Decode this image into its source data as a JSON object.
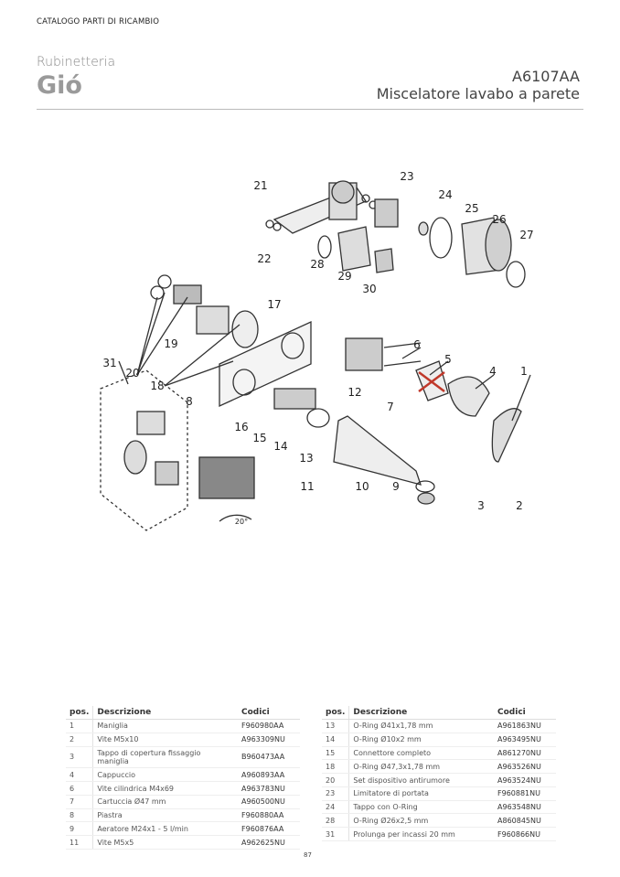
{
  "header": {
    "catalog": "CATALOGO PARTI DI RICAMBIO",
    "brand": "Rubinetteria",
    "model": "Gió",
    "code": "A6107AA",
    "title": "Miscelatore lavabo a parete"
  },
  "diagram": {
    "callouts": [
      "21",
      "23",
      "24",
      "25",
      "26",
      "27",
      "22",
      "28",
      "29",
      "30",
      "17",
      "19",
      "31",
      "20",
      "18",
      "8",
      "6",
      "5",
      "4",
      "1",
      "12",
      "7",
      "16",
      "15",
      "14",
      "13",
      "11",
      "10",
      "9",
      "3",
      "2"
    ],
    "angle": "20°"
  },
  "table_headers": {
    "pos": "pos.",
    "desc": "Descrizione",
    "code": "Codici"
  },
  "table_left": [
    {
      "pos": "1",
      "desc": "Maniglia",
      "code": "F960980AA"
    },
    {
      "pos": "2",
      "desc": "Vite M5x10",
      "code": "A963309NU"
    },
    {
      "pos": "3",
      "desc": "Tappo di copertura fissaggio maniglia",
      "code": "B960473AA"
    },
    {
      "pos": "4",
      "desc": "Cappuccio",
      "code": "A960893AA"
    },
    {
      "pos": "6",
      "desc": "Vite cilindrica M4x69",
      "code": "A963783NU"
    },
    {
      "pos": "7",
      "desc": "Cartuccia Ø47 mm",
      "code": "A960500NU"
    },
    {
      "pos": "8",
      "desc": "Piastra",
      "code": "F960880AA"
    },
    {
      "pos": "9",
      "desc": "Aeratore M24x1 - 5 l/min",
      "code": "F960876AA"
    },
    {
      "pos": "11",
      "desc": "Vite M5x5",
      "code": "A962625NU"
    }
  ],
  "table_right": [
    {
      "pos": "13",
      "desc": "O-Ring Ø41x1,78 mm",
      "code": "A961863NU"
    },
    {
      "pos": "14",
      "desc": "O-Ring Ø10x2 mm",
      "code": "A963495NU"
    },
    {
      "pos": "15",
      "desc": "Connettore completo",
      "code": "A861270NU"
    },
    {
      "pos": "18",
      "desc": "O-Ring Ø47,3x1,78 mm",
      "code": "A963526NU"
    },
    {
      "pos": "20",
      "desc": "Set dispositivo antirumore",
      "code": "A963524NU"
    },
    {
      "pos": "23",
      "desc": "Limitatore di portata",
      "code": "F960881NU"
    },
    {
      "pos": "24",
      "desc": "Tappo con O-Ring",
      "code": "A963548NU"
    },
    {
      "pos": "28",
      "desc": "O-Ring Ø26x2,5 mm",
      "code": "A860845NU"
    },
    {
      "pos": "31",
      "desc": "Prolunga per incassi 20 mm",
      "code": "F960866NU"
    }
  ],
  "page_number": "87"
}
